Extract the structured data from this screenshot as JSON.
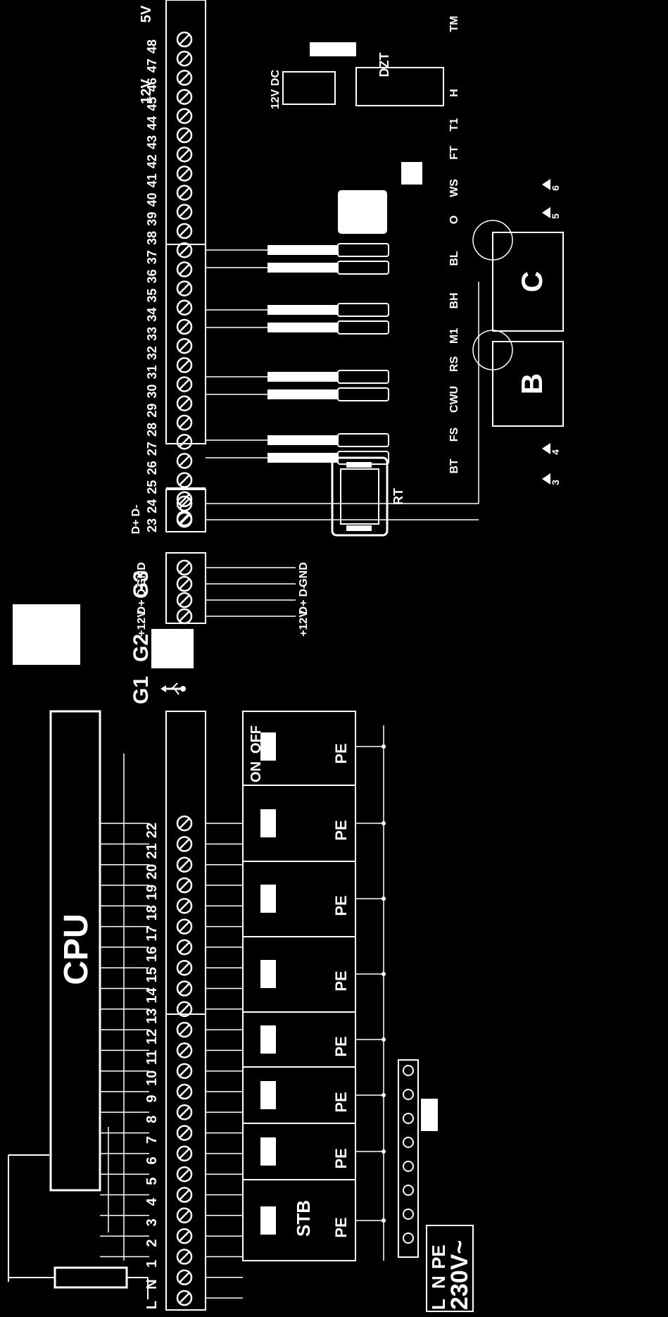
{
  "colors": {
    "background": "#000000",
    "line": "#ffffff"
  },
  "cpu": {
    "label": "CPU"
  },
  "ports": {
    "g1": "G1",
    "g2": "G2",
    "g3": "G3",
    "usb_icon": "usb-icon"
  },
  "terminals_main": [
    "L",
    "N",
    "1",
    "2",
    "3",
    "4",
    "5",
    "6",
    "7",
    "8",
    "9",
    "10",
    "11",
    "12",
    "13",
    "14",
    "15",
    "16",
    "17",
    "18",
    "19",
    "20",
    "21",
    "22"
  ],
  "terminals_top": [
    "23",
    "24",
    "25",
    "26",
    "27",
    "28",
    "29",
    "30",
    "31",
    "32",
    "33",
    "34",
    "35",
    "36",
    "37",
    "38",
    "39",
    "40",
    "41",
    "42",
    "43",
    "44",
    "45",
    "46",
    "47",
    "48"
  ],
  "g3_pins": [
    "+12V",
    "D+",
    "D-",
    "GND"
  ],
  "bus_pins": [
    "D+",
    "D-"
  ],
  "voltage_labels": {
    "v12": "12V",
    "v5": "5V",
    "relay": "12V DC"
  },
  "module_labels": {
    "top": [
      "BT",
      "FS",
      "CWU",
      "RS",
      "M1",
      "BH",
      "BL",
      "O",
      "WS",
      "FT",
      "T1",
      "H",
      "TM"
    ],
    "dzt": "DZT"
  },
  "output_blocks": {
    "n": "N",
    "l": "L",
    "pe": "PE",
    "on": "ON",
    "off": "OFF",
    "stb": "STB"
  },
  "power": {
    "l": "L",
    "n": "N",
    "pe": "PE",
    "supply": "230V~"
  },
  "rt": {
    "label": "RT",
    "pins": [
      "+12V",
      "D+",
      "D-",
      "GND"
    ]
  },
  "expansion": {
    "b": "B",
    "c": "C",
    "valves": [
      "3",
      "4",
      "5",
      "6"
    ]
  }
}
